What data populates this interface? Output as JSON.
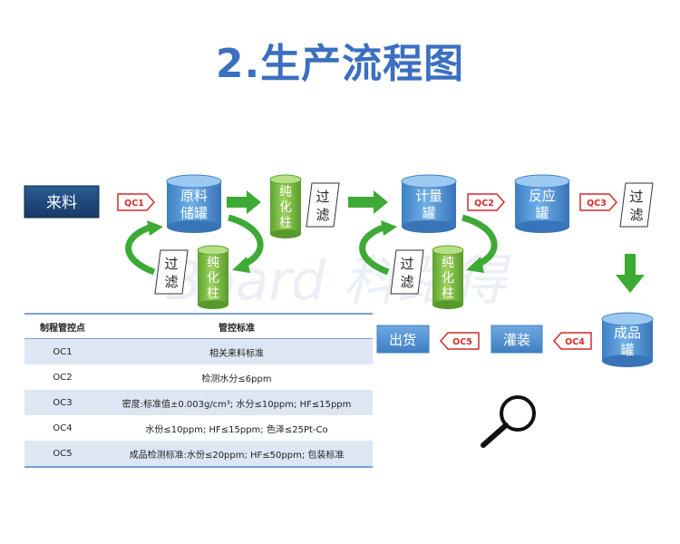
{
  "title": "2.生产流程图",
  "watermark": "Board 科路得",
  "nodes": {
    "raw_material": "来料",
    "raw_tank": [
      "原料",
      "储罐"
    ],
    "purify_col_1": [
      "纯",
      "化",
      "柱"
    ],
    "filter_1": [
      "过",
      "滤"
    ],
    "loop1_filter": [
      "过",
      "滤"
    ],
    "loop1_col": [
      "纯",
      "化",
      "柱"
    ],
    "metering_tank": [
      "计量",
      "罐"
    ],
    "reactor_tank": [
      "反应",
      "罐"
    ],
    "filter_2": [
      "过",
      "滤"
    ],
    "loop2_filter": [
      "过",
      "滤"
    ],
    "loop2_col": [
      "纯",
      "化",
      "柱"
    ],
    "product_tank": [
      "成品",
      "罐"
    ],
    "filling": "灌装",
    "shipping": "出货"
  },
  "qc_tags": {
    "qc1": "QC1",
    "qc2": "QC2",
    "qc3": "QC3",
    "oc4": "OC4",
    "oc5": "OC5"
  },
  "table": {
    "headers": [
      "制程管控点",
      "管控标准"
    ],
    "rows": [
      {
        "point": "OC1",
        "standard": "相关来料标准"
      },
      {
        "point": "OC2",
        "standard": "检测水分≤6ppm"
      },
      {
        "point": "OC3",
        "standard": "密度:标准值±0.003g/cm³; 水分≤10ppm; HF≤15ppm"
      },
      {
        "point": "OC4",
        "standard": "水份≤10ppm; HF≤15ppm; 色泽≤25Pt-Co"
      },
      {
        "point": "OC5",
        "standard": "成品检测标准:水份≤20ppm; HF≤50ppm; 包装标准"
      }
    ]
  },
  "colors": {
    "title": "#3b6fc0",
    "tank_blue": "#5b9bd5",
    "column_green": "#7cc142",
    "arrow_green": "#3daa35",
    "navy_box": "#1f497d",
    "qc_red": "#d62a2a"
  },
  "icons": {
    "magnifier": "magnifier-icon"
  }
}
